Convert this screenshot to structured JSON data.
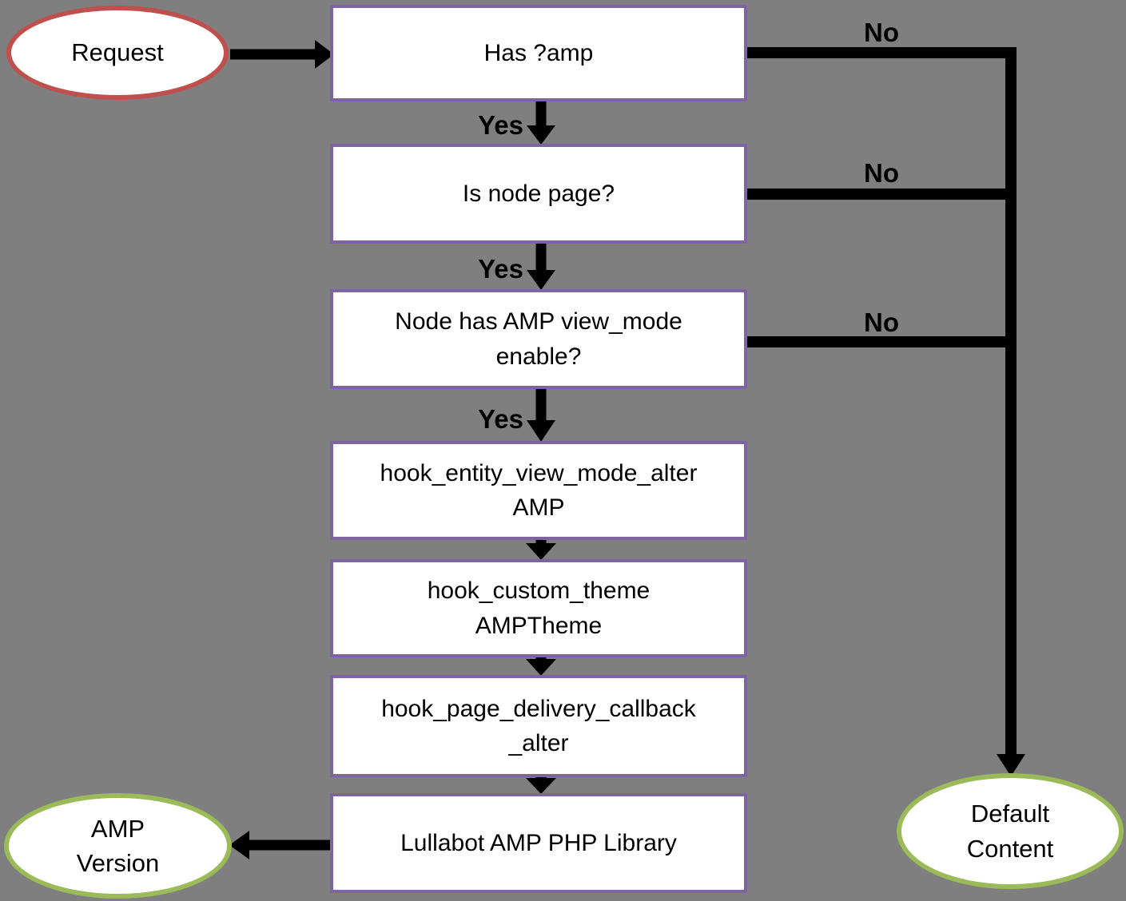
{
  "diagram": {
    "colors": {
      "background": "#7f7f7f",
      "box_fill": "#ffffff",
      "box_border": "#8064a2",
      "start_border": "#c0504d",
      "terminal_border": "#9bbb59",
      "edge": "#000000",
      "text": "#000000"
    },
    "nodes": {
      "request": {
        "lines": [
          "Request"
        ]
      },
      "has_amp": {
        "lines": [
          "Has ?amp"
        ]
      },
      "is_node_page": {
        "lines": [
          "Is node page?"
        ]
      },
      "node_has_amp_view_mode": {
        "lines": [
          "Node has AMP view_mode",
          "enable?"
        ]
      },
      "hook_entity_view_mode_alter": {
        "lines": [
          "hook_entity_view_mode_alter",
          "AMP"
        ]
      },
      "hook_custom_theme": {
        "lines": [
          "hook_custom_theme",
          "AMPTheme"
        ]
      },
      "hook_page_delivery_callback_alter": {
        "lines": [
          "hook_page_delivery_callback",
          "_alter"
        ]
      },
      "lullabot_amp_php_library": {
        "lines": [
          "Lullabot AMP PHP Library"
        ]
      },
      "amp_version": {
        "lines": [
          "AMP",
          "Version"
        ]
      },
      "default_content": {
        "lines": [
          "Default",
          "Content"
        ]
      }
    },
    "edge_labels": {
      "yes_1": "Yes",
      "yes_2": "Yes",
      "yes_3": "Yes",
      "no_1": "No",
      "no_2": "No",
      "no_3": "No"
    }
  }
}
